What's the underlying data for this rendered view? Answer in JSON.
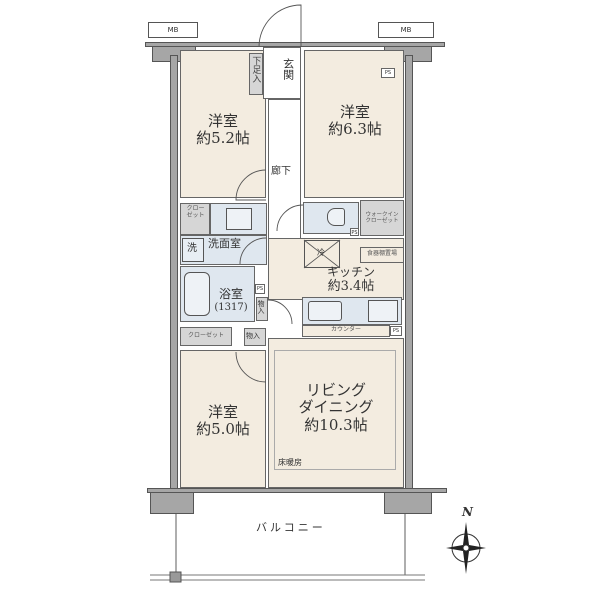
{
  "floorplan": {
    "meter_boxes": [
      "MB",
      "MB"
    ],
    "rooms": {
      "western_room_nw": {
        "name": "洋室",
        "size": "約5.2帖"
      },
      "western_room_ne": {
        "name": "洋室",
        "size": "約6.3帖"
      },
      "western_room_sw": {
        "name": "洋室",
        "size": "約5.0帖"
      },
      "entrance": {
        "name": "玄関"
      },
      "shoe_box": {
        "name": "下足入"
      },
      "corridor": {
        "name": "廊下"
      },
      "washroom": {
        "name": "洗面室"
      },
      "washer": {
        "name": "洗"
      },
      "bathroom": {
        "name": "浴室",
        "size": "(1317)"
      },
      "kitchen": {
        "name": "キッチン",
        "size": "約3.4帖"
      },
      "living_dining": {
        "name_line1": "リビング",
        "name_line2": "ダイニング",
        "size": "約10.3帖"
      },
      "balcony": {
        "name": "バルコニー"
      }
    },
    "storage": {
      "closet_nw": "クロー\nゼット",
      "closet_sw": "クローゼット",
      "walk_in_closet": "ウォークイン\nクローゼット",
      "pantry": "食器棚置場",
      "storage1": "物入",
      "storage2": "物入",
      "counter": "カウンター",
      "refrigerator": "冷"
    },
    "pipe_spaces": [
      "PS",
      "PS",
      "PS",
      "PS"
    ],
    "floor_heating": "床暖房",
    "compass": {
      "label": "N"
    }
  },
  "colors": {
    "floor": "#f3ece0",
    "wall": "#a6a6a6",
    "wet_area": "#dfe7ef",
    "closet": "#d6d6d6"
  }
}
